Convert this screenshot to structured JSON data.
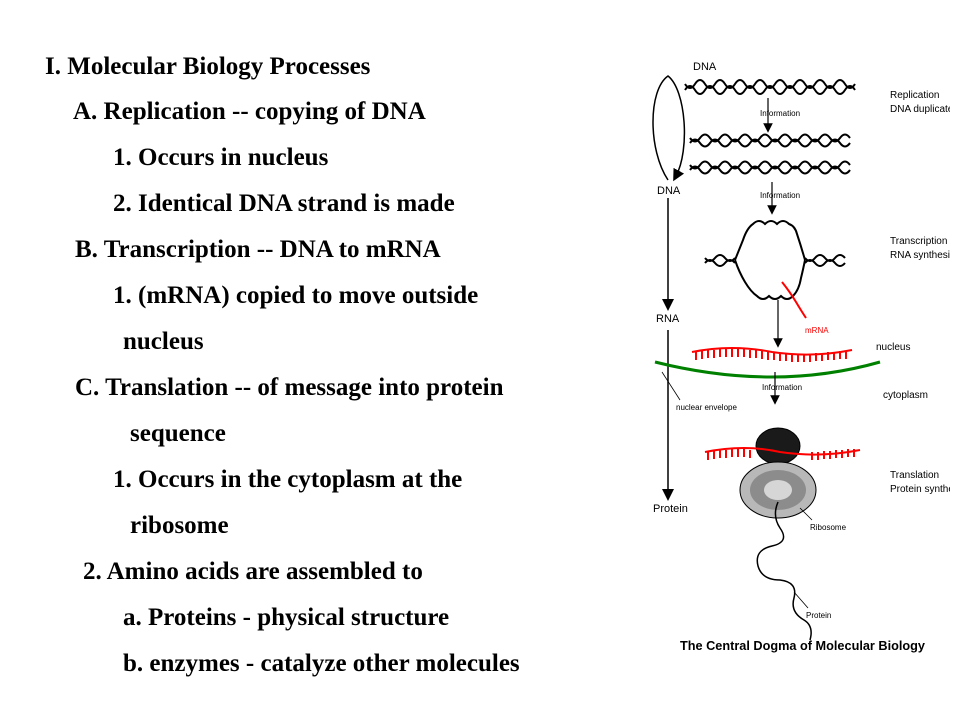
{
  "outline": [
    {
      "text": "I.  Molecular Biology Processes"
    },
    {
      "text": "A. Replication -- copying of DNA"
    },
    {
      "text": "1.  Occurs in nucleus"
    },
    {
      "text": "2.  Identical DNA strand is made"
    },
    {
      "text": "B. Transcription --  DNA to mRNA"
    },
    {
      "text": "1.  (mRNA) copied to move outside"
    },
    {
      "text": "nucleus"
    },
    {
      "text": "C. Translation  -- of message into protein"
    },
    {
      "text": "sequence"
    },
    {
      "text": "1. Occurs in the cytoplasm at the"
    },
    {
      "text": "ribosome"
    },
    {
      "text": "2. Amino acids are assembled to"
    },
    {
      "text": "a.  Proteins - physical structure"
    },
    {
      "text": "b. enzymes -  catalyze other molecules"
    }
  ],
  "figure": {
    "caption": "The Central Dogma of Molecular Biology",
    "cycle_labels": {
      "dna_top": "DNA",
      "dna": "DNA",
      "rna": "RNA",
      "protein": "Protein"
    },
    "stages": {
      "replication_title": "Replication",
      "replication_sub": "DNA duplicates",
      "transcription_title": "Transcription",
      "transcription_sub": "RNA synthesis",
      "translation_title": "Translation",
      "translation_sub": "Protein synthesis"
    },
    "labels": {
      "information_1": "Information",
      "information_2": "Information",
      "information_3": "Information",
      "mrna": "mRNA",
      "nucleus": "nucleus",
      "cytoplasm": "cytoplasm",
      "nuclear_envelope": "nuclear envelope",
      "ribosome": "Ribosome",
      "protein": "Protein"
    },
    "colors": {
      "rna": "#ff0000",
      "nuclear_envelope": "#008000",
      "strand": "#000000"
    }
  }
}
